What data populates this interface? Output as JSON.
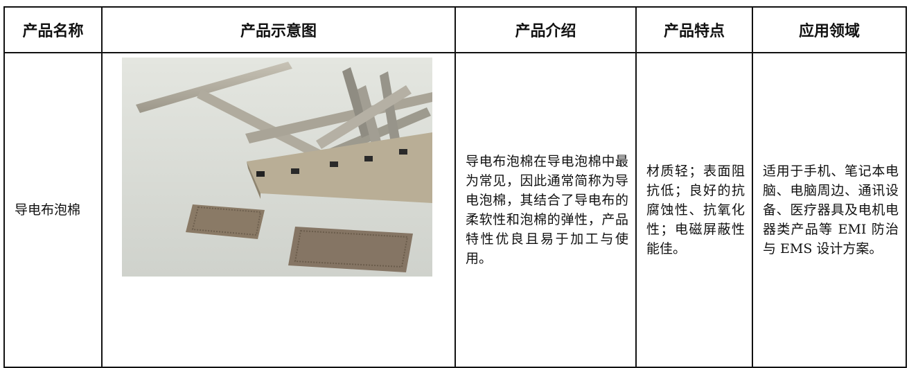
{
  "table": {
    "headers": {
      "name": "产品名称",
      "image": "产品示意图",
      "intro": "产品介绍",
      "features": "产品特点",
      "applications": "应用领域"
    },
    "rows": [
      {
        "name": "导电布泡棉",
        "intro": "导电布泡棉在导电泡棉中最为常见，因此通常简称为导电泡棉，其结合了导电布的柔软性和泡棉的弹性，产品特性优良且易于加工与使用。",
        "features": "材质轻；表面阻抗低；良好的抗腐蚀性、抗氧化性；电磁屏蔽性能佳。",
        "applications": "适用于手机、笔记本电脑、电脑周边、通讯设备、医疗器具及电机电器类产品等 EMI 防治与 EMS 设计方案。"
      }
    ]
  }
}
